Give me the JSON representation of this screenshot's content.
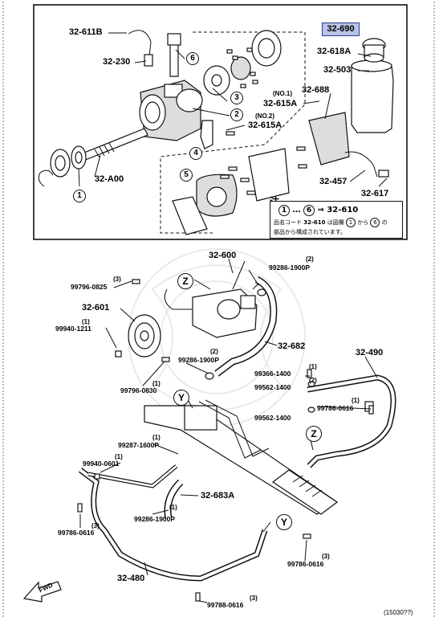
{
  "upper_panel": {
    "labels": {
      "p32_611B": "32-611B",
      "p32_230": "32-230",
      "p32_A00": "32-A00",
      "p32_690": "32-690",
      "p32_618A": "32-618A",
      "p32_503": "32-503",
      "p32_688": "32-688",
      "no1": "(NO.1)",
      "p32_615A_1": "32-615A",
      "no2": "(NO.2)",
      "p32_615A_2": "32-615A",
      "p32_457": "32-457",
      "p32_617": "32-617"
    },
    "circled": [
      "1",
      "2",
      "3",
      "4",
      "5",
      "6"
    ],
    "note": {
      "mark": "注",
      "line1_left": "1",
      "line1_mid": "…",
      "line1_right": "6",
      "line1_part": "32-610",
      "line2a": "品名コード",
      "line2b": "32-610",
      "line2c": "は図欄",
      "line2d": "1",
      "line2e": "から",
      "line2f": "6",
      "line2g": "の",
      "line3": "部品から構成されています。"
    }
  },
  "lower_panel": {
    "labels": {
      "p32_600": "32-600",
      "p99286_1900P_top_qty": "(2)",
      "p99286_1900P_top": "99286-1900P",
      "p99796_0825_qty": "(3)",
      "p99796_0825": "99796-0825",
      "p32_601": "32-601",
      "p99940_1211_qty": "(1)",
      "p99940_1211": "99940-1211",
      "p32_682": "32-682",
      "p99286_1900P_mid_qty": "(2)",
      "p99286_1900P_mid": "99286-1900P",
      "p99796_0830_qty": "(1)",
      "p99796_0830": "99796-0830",
      "p32_490": "32-490",
      "p99366_1400_qty": "(1)",
      "p99366_1400": "99366-1400",
      "p99562_1400a_qty": "(2)",
      "p99562_1400a": "99562-1400",
      "p99562_1400b": "99562-1400",
      "p99786_0616_r_qty": "(1)",
      "p99786_0616_r": "99786-0616",
      "p99287_1600P_qty": "(1)",
      "p99287_1600P": "99287-1600P",
      "p99940_0601_qty": "(1)",
      "p99940_0601": "99940-0601",
      "p32_683A": "32-683A",
      "p99286_1900P_low_qty": "(1)",
      "p99286_1900P_low": "99286-1900P",
      "p99786_0616_l_qty": "(3)",
      "p99786_0616_l": "99786-0616",
      "p99786_0616_b_qty": "(3)",
      "p99786_0616_b": "99786-0616",
      "p32_480": "32-480",
      "p99788_0616_qty": "(3)",
      "p99788_0616": "99788-0616",
      "fwd": "FWD",
      "Z1": "Z",
      "Y1": "Y",
      "Z2": "Z",
      "Y2": "Y"
    }
  },
  "footer_code": "(15030??)"
}
